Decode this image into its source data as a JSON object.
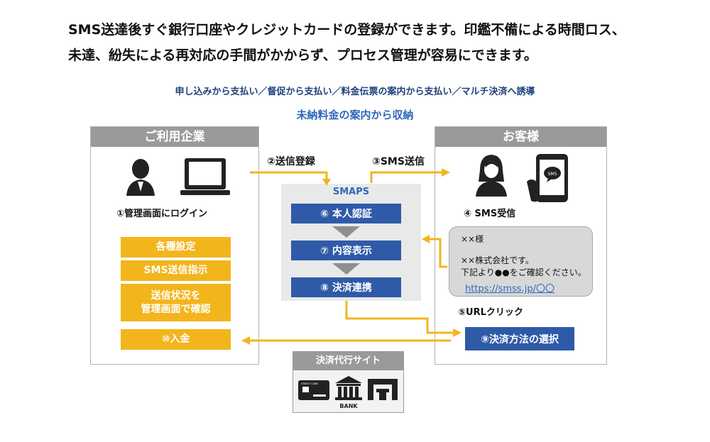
{
  "headline": {
    "line1": "SMS送達後すぐ銀行口座やクレジットカードの登録ができます。印鑑不備による時間ロス、",
    "line2": "未達、紛失による再対応の手間がかからず、プロセス管理が容易にできます。"
  },
  "subtitle": "申し込みから支払い／督促から支払い／料金伝票の案内から支払い／マルチ決済へ誘導",
  "subtitle2": "未納料金の案内から収納",
  "left_panel": {
    "title": "ご利用企業",
    "login_label": "①管理画面にログイン",
    "buttons": [
      "各種設定",
      "SMS送信指示",
      "送信状況を\n管理画面で確認"
    ],
    "payment": "⑩入金"
  },
  "center": {
    "step2": "②送信登録",
    "step3": "③SMS送信",
    "smaps_label": "SMAPS",
    "steps": [
      "⑥ 本人認証",
      "⑦ 内容表示",
      "⑧ 決済連携"
    ]
  },
  "right_panel": {
    "title": "お客様",
    "receive_label": "④ SMS受信",
    "sms": {
      "line1": "××様",
      "line2": "××株式会社です。",
      "line3": "下記より●●をご確認ください。",
      "link": "https://smss.jp/〇〇"
    },
    "url_click": "⑤URLクリック",
    "select_payment": "⑨決済方法の選択",
    "phone_badge": "SMS"
  },
  "agency": {
    "title": "決済代行サイト",
    "bank_label": "BANK",
    "card_text": "CREDIT CARD"
  },
  "colors": {
    "yellow": "#f2b51c",
    "blue": "#2f5aa8",
    "gray_header": "#9a9a9a",
    "navy_text": "#1f3f7a",
    "link_blue": "#2f68b8"
  },
  "icons": [
    "person-icon",
    "laptop-icon",
    "woman-icon",
    "smartphone-icon",
    "credit-card-icon",
    "bank-icon",
    "store-icon",
    "down-triangle-icon"
  ]
}
